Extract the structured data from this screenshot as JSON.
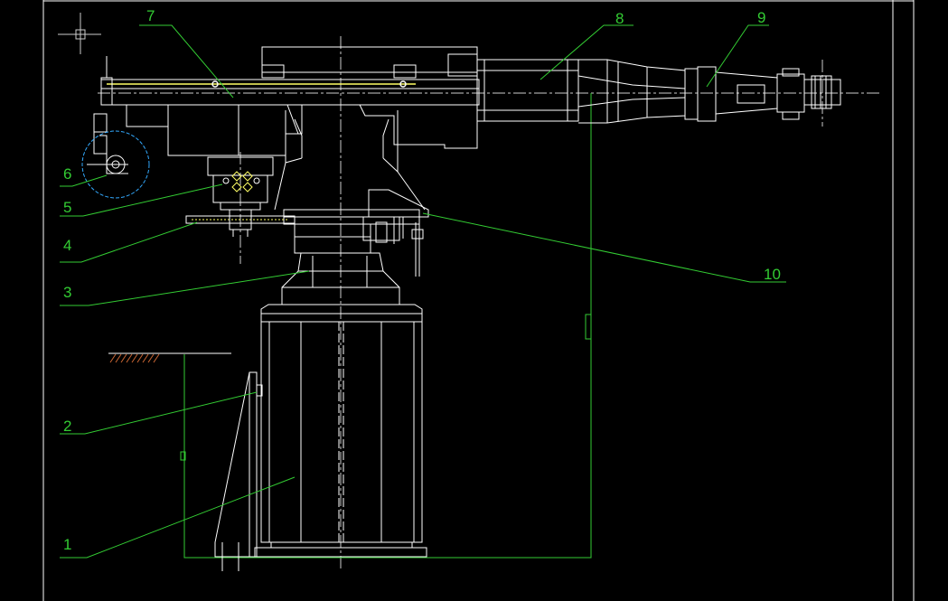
{
  "drawing": {
    "colors": {
      "background": "#000000",
      "outline": "#ffffff",
      "leader": "#33cc33",
      "rod": "#ffff66",
      "centerline": "#cccccc",
      "ground_hatch": "#cc6633"
    },
    "callouts": [
      {
        "id": "1",
        "text": "1"
      },
      {
        "id": "2",
        "text": "2"
      },
      {
        "id": "3",
        "text": "3"
      },
      {
        "id": "4",
        "text": "4"
      },
      {
        "id": "5",
        "text": "5"
      },
      {
        "id": "6",
        "text": "6"
      },
      {
        "id": "7",
        "text": "7"
      },
      {
        "id": "8",
        "text": "8"
      },
      {
        "id": "9",
        "text": "9"
      },
      {
        "id": "10",
        "text": "10"
      }
    ]
  }
}
